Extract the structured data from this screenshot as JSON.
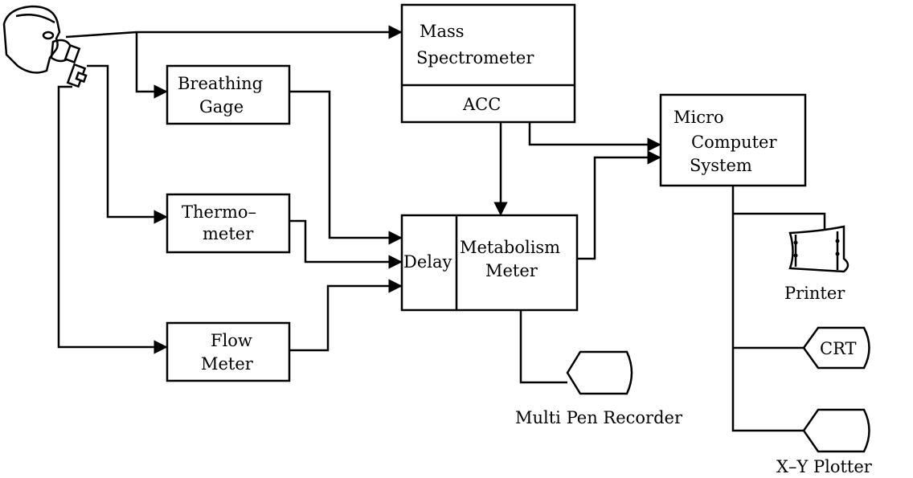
{
  "blocks": {
    "mass_spectrometer": {
      "line1": "Mass",
      "line2": "Spectrometer"
    },
    "acc": "ACC",
    "breathing_gage": {
      "line1": "Breathing",
      "line2": "Gage"
    },
    "thermometer": {
      "line1": "Thermo–",
      "line2": "meter"
    },
    "flow_meter": {
      "line1": "Flow",
      "line2": "Meter"
    },
    "delay": "Delay",
    "metabolism_meter": {
      "line1": "Metabolism",
      "line2": "Meter"
    },
    "micro_computer": {
      "line1": "Micro",
      "line2": "Computer",
      "line3": "System"
    }
  },
  "outputs": {
    "printer": "Printer",
    "crt": "CRT",
    "xy_plotter": "X–Y  Plotter",
    "multi_pen_recorder": "Multi  Pen Recorder"
  },
  "subject": {
    "icon": "person-with-breathing-mask-icon"
  }
}
